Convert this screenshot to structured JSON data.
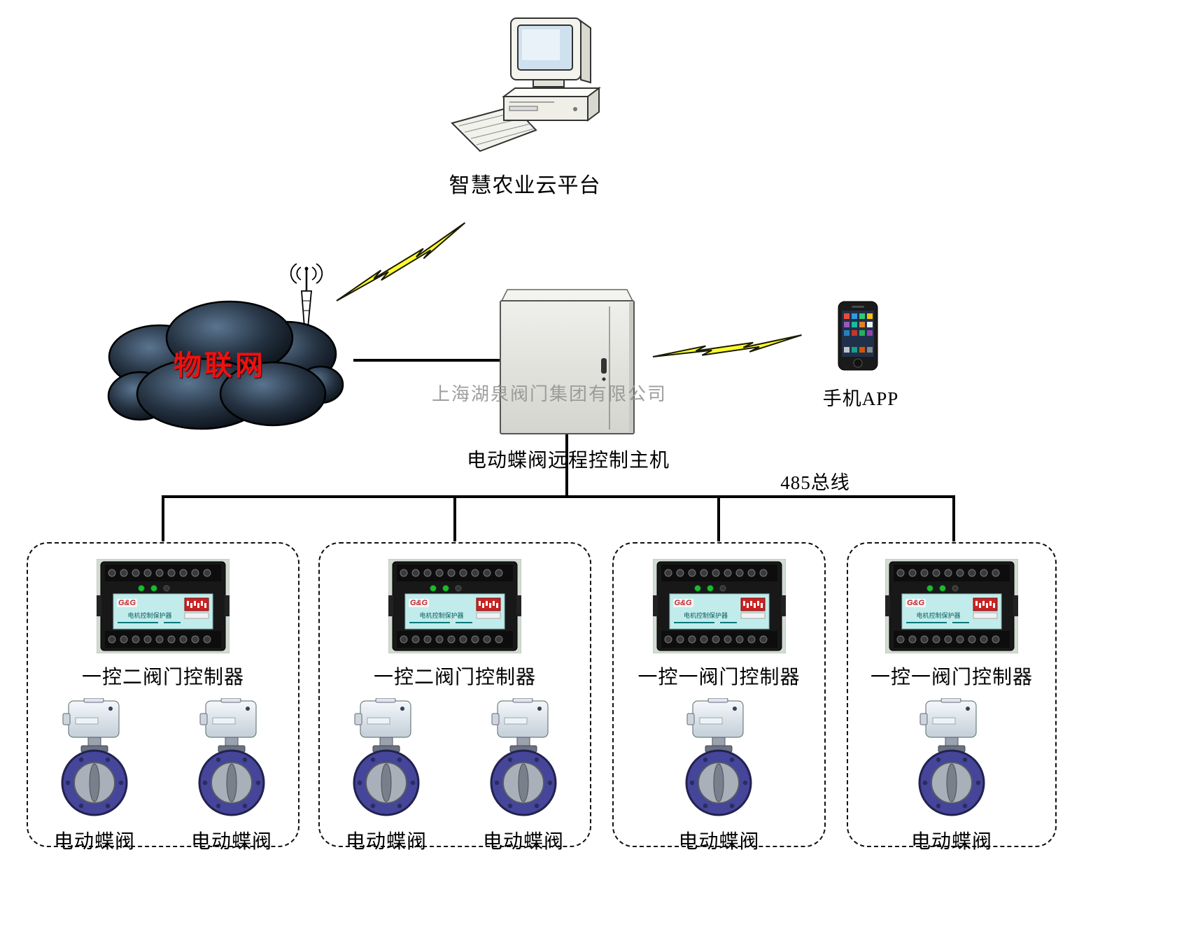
{
  "labels": {
    "cloud_platform": "智慧农业云平台",
    "iot": "物联网",
    "watermark": "上海湖泉阀门集团有限公司",
    "host": "电动蝶阀远程控制主机",
    "phone_app": "手机APP",
    "bus": "485总线"
  },
  "controller_device": {
    "brand": "G&G",
    "label": "电机控制保护器"
  },
  "groups": [
    {
      "controller_label": "一控二阀门控制器",
      "valve_labels": [
        "电动蝶阀",
        "电动蝶阀"
      ]
    },
    {
      "controller_label": "一控二阀门控制器",
      "valve_labels": [
        "电动蝶阀",
        "电动蝶阀"
      ]
    },
    {
      "controller_label": "一控一阀门控制器",
      "valve_labels": [
        "电动蝶阀"
      ]
    },
    {
      "controller_label": "一控一阀门控制器",
      "valve_labels": [
        "电动蝶阀"
      ]
    }
  ],
  "colors": {
    "lightning": "#ffff2e",
    "iot_text": "#ee1111",
    "valve_ring": "#45459a",
    "dip_switch": "#cc2222",
    "controller_label_panel": "#c2ecec",
    "cloud_dark": "#0a111a"
  }
}
